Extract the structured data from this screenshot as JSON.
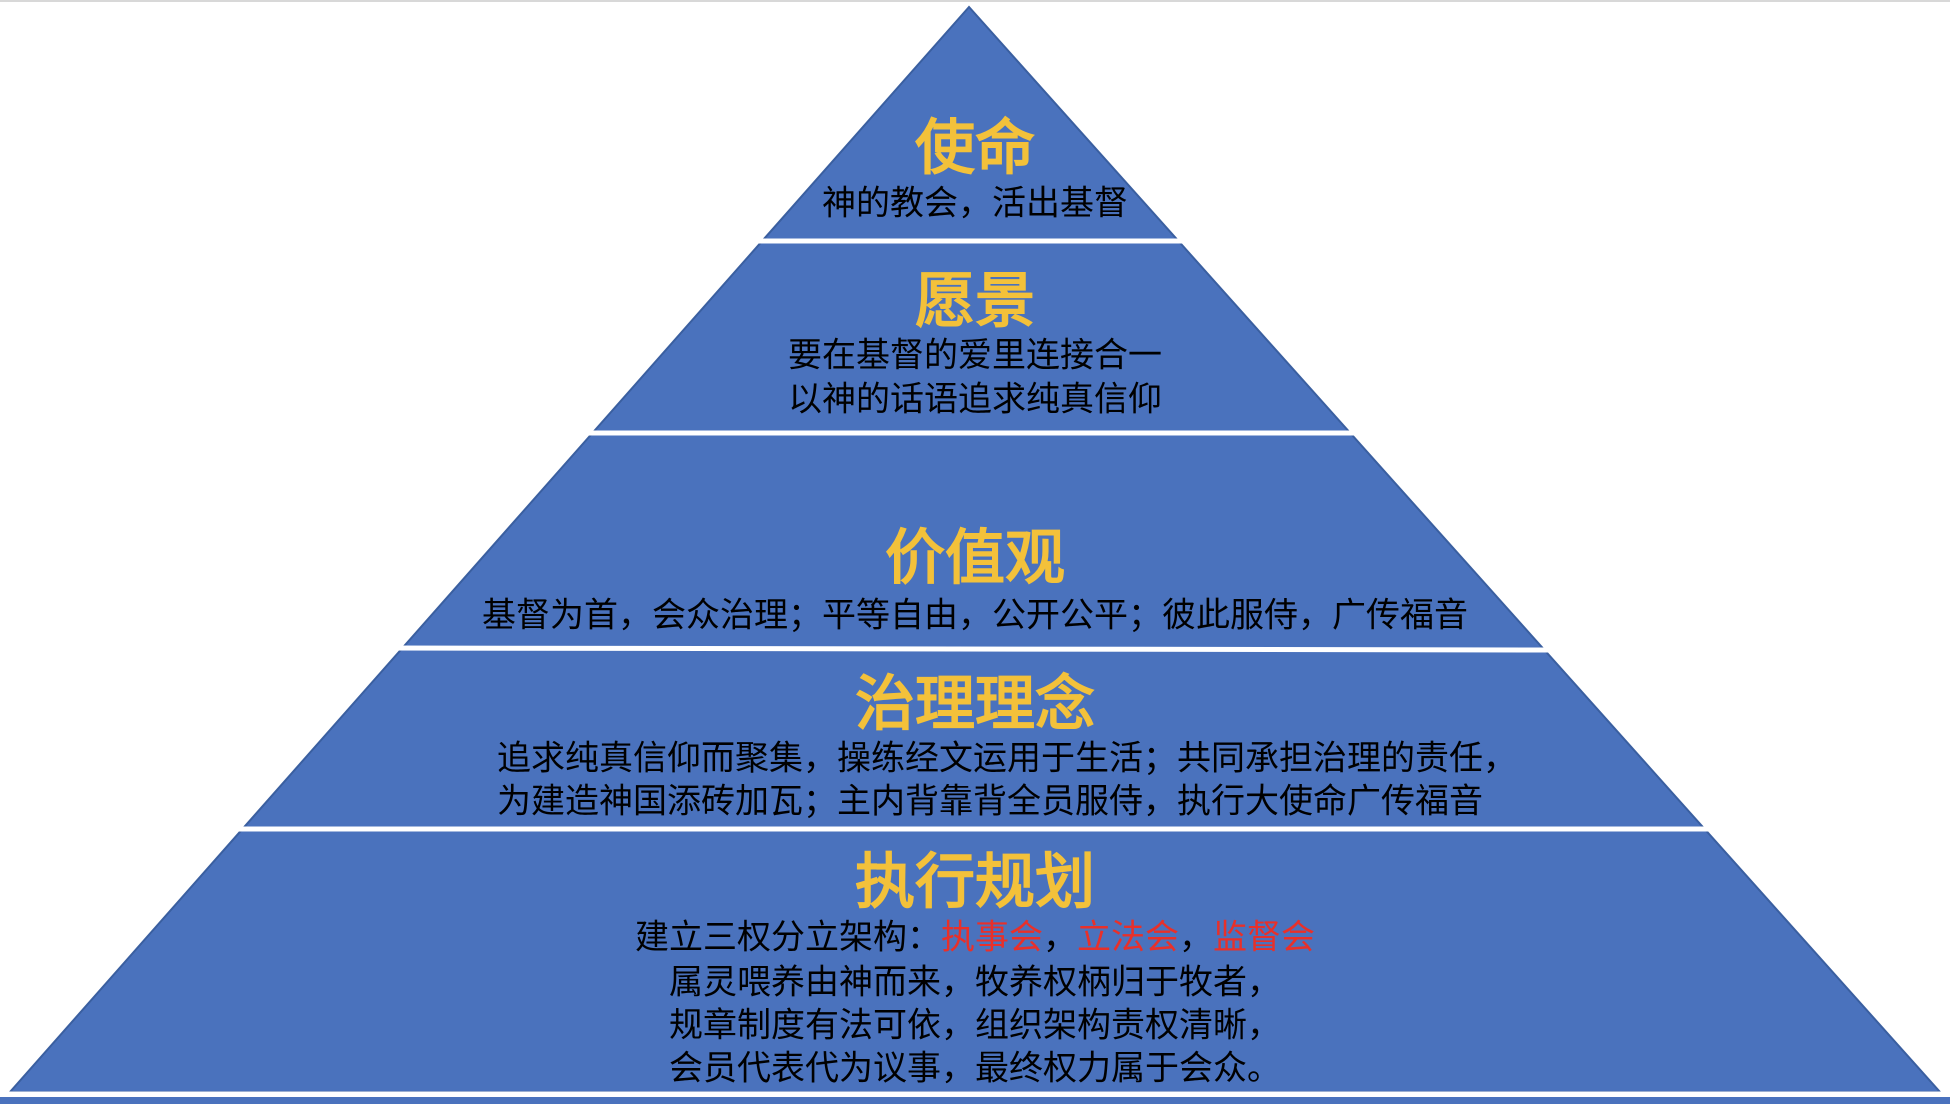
{
  "colors": {
    "pyramid": "#4A72BD",
    "divider": "#FFFFFF",
    "title": "#F3C13A",
    "body": "#000000",
    "highlight": "#E8302A"
  },
  "tiers": [
    {
      "title": "使命",
      "lines": [
        "神的教会，活出基督"
      ]
    },
    {
      "title": "愿景",
      "lines": [
        "要在基督的爱里连接合一",
        "以神的话语追求纯真信仰"
      ]
    },
    {
      "title": "价值观",
      "lines": [
        "基督为首，会众治理；平等自由，公开公平；彼此服侍，广传福音"
      ]
    },
    {
      "title": "治理理念",
      "lines": [
        "追求纯真信仰而聚集，操练经文运用于生活；共同承担治理的责任，",
        "为建造神国添砖加瓦；主内背靠背全员服侍，执行大使命广传福音"
      ]
    },
    {
      "title": "执行规划",
      "line1_prefix": "建立三权分立架构：",
      "line1_items": [
        "执事会",
        "立法会",
        "监督会"
      ],
      "line1_sep": "，",
      "lines": [
        "属灵喂养由神而来，牧养权柄归于牧者，",
        "规章制度有法可依，组织架构责权清晰，",
        "会员代表代为议事，最终权力属于会众。"
      ]
    }
  ]
}
